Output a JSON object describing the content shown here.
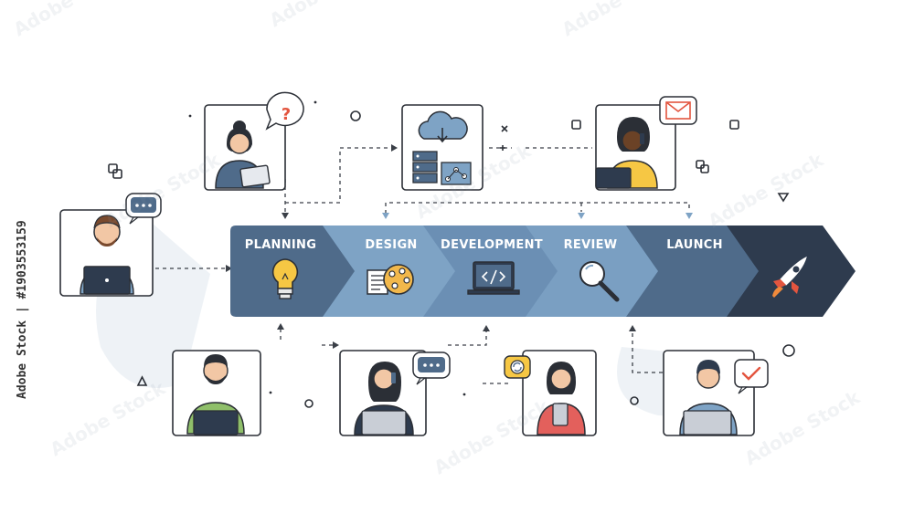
{
  "stages": [
    {
      "label": "PLANNING",
      "color": "#4f6b8a",
      "icon": "lightbulb-icon"
    },
    {
      "label": "DESIGN",
      "color": "#7ea3c5",
      "icon": "palette-icon"
    },
    {
      "label": "DEVELOPMENT",
      "color": "#6b8fb4",
      "icon": "code-laptop-icon"
    },
    {
      "label": "REVIEW",
      "color": "#7a9fc2",
      "icon": "magnifier-icon"
    },
    {
      "label": "LAUNCH",
      "color": "#4f6b8a",
      "icon": "rocket-icon"
    },
    {
      "label": "",
      "color": "#2e3b4e",
      "icon": "rocket-icon"
    }
  ],
  "people": [
    {
      "id": "man-laptop-left",
      "bubble": "chat-bubble-icon"
    },
    {
      "id": "woman-tablet",
      "bubble": "question-bubble-icon"
    },
    {
      "id": "cloud-server",
      "bubble": "cloud-upload-icon"
    },
    {
      "id": "woman-phone-top",
      "bubble": "mail-bubble-icon"
    },
    {
      "id": "man-bottom-left",
      "bubble": ""
    },
    {
      "id": "woman-phone-bottom",
      "bubble": "chat-bubble-icon"
    },
    {
      "id": "woman-tablet-bottom",
      "bubble": "sync-icon"
    },
    {
      "id": "man-check",
      "bubble": "check-bubble-icon"
    }
  ],
  "watermark": {
    "side_text": "Adobe Stock | #1903553159",
    "brand": "Adobe Stock"
  },
  "colors": {
    "dark": "#2e3b4e",
    "slate": "#4f6b8a",
    "light": "#7ea3c5",
    "skin": "#f2c7a5",
    "hair": "#2b2f36"
  }
}
